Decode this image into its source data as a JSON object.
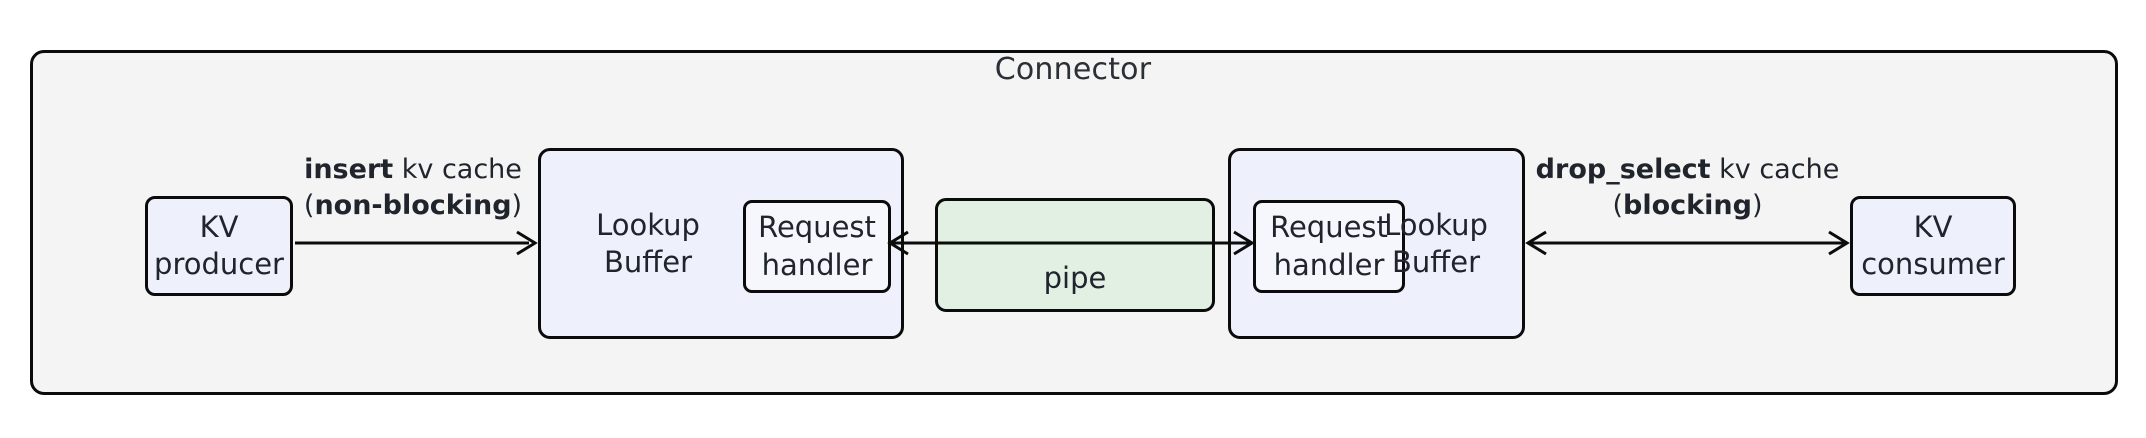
{
  "diagram": {
    "title": "Connector",
    "colors": {
      "container_fill": "#f4f4f4",
      "node_blue_fill": "#eef1fb",
      "node_green_fill": "#e2efe3",
      "stroke": "#0b0b0b",
      "text": "#20242c"
    },
    "nodes": {
      "kv_producer": {
        "line1": "KV",
        "line2": "producer"
      },
      "kv_consumer": {
        "line1": "KV",
        "line2": "consumer"
      },
      "lookup_buffer_left": {
        "line1": "Lookup",
        "line2": "Buffer"
      },
      "lookup_buffer_right": {
        "line1": "Lookup",
        "line2": "Buffer"
      },
      "request_handler_left": {
        "line1": "Request",
        "line2": "handler"
      },
      "request_handler_right": {
        "line1": "Request",
        "line2": "handler"
      },
      "pipe": {
        "label": "pipe"
      }
    },
    "edges": {
      "insert": {
        "op": "insert",
        "target": " kv cache",
        "mode_open": "(",
        "mode": "non-blocking",
        "mode_close": ")"
      },
      "drop_select": {
        "op": "drop_select",
        "target": " kv cache",
        "mode_open": "(",
        "mode": "blocking",
        "mode_close": ")"
      }
    }
  }
}
